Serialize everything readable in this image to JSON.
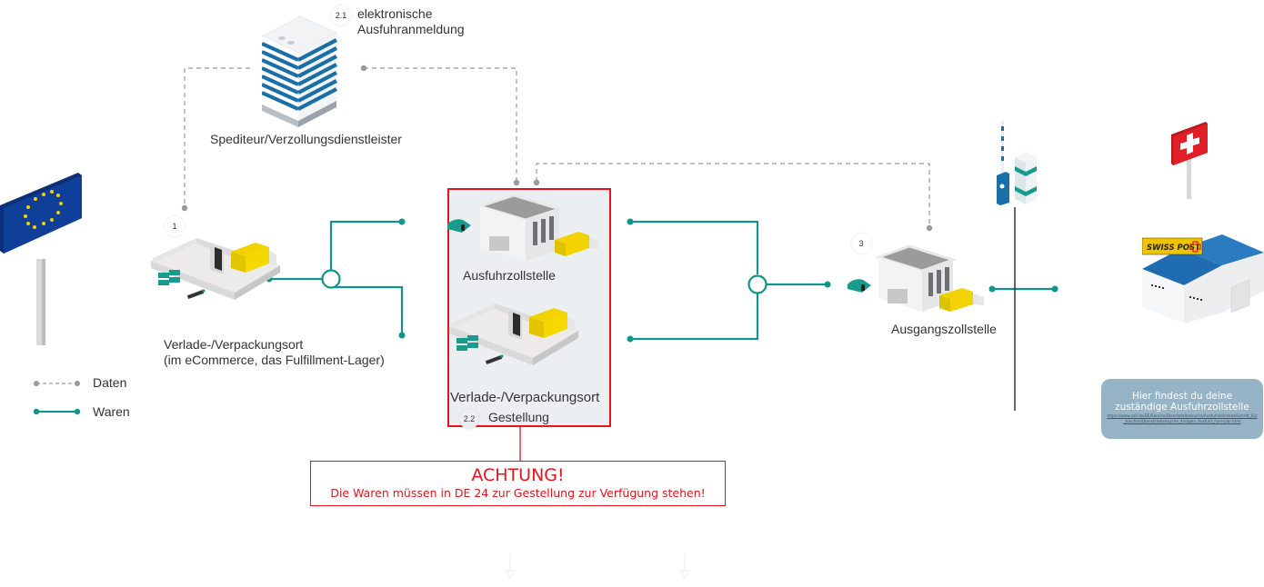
{
  "diagram": {
    "nodes": {
      "forwarder": {
        "label": "Spediteur/Verzollungsdienstleister",
        "step_number": "2.1",
        "step_label_line1": "elektronische",
        "step_label_line2": "Ausfuhranmeldung"
      },
      "loading_site": {
        "step_number": "1",
        "label_line1": "Verlade-/Verpackungsort",
        "label_line2": "(im eCommerce, das Fulfillment-Lager)"
      },
      "export_office": {
        "label": "Ausfuhrzollstelle"
      },
      "loading_site_2": {
        "label": "Verlade-/Verpackungsort",
        "step_number": "2.2",
        "step_label": "Gestellung"
      },
      "exit_office": {
        "step_number": "3",
        "label": "Ausgangszollstelle"
      },
      "swiss_post": {
        "sign_text": "SWISS POST"
      }
    },
    "legend": [
      {
        "type": "data",
        "label": "Daten",
        "color": "#9a9a9a"
      },
      {
        "type": "goods",
        "label": "Waren",
        "color": "#10958a"
      }
    ],
    "warning": {
      "title": "ACHTUNG!",
      "text": "Die Waren müssen in DE 24 zur Gestellung zur Verfügung stehen!",
      "color": "#e8141c"
    },
    "info_box": {
      "title_line1": "Hier findest du deine",
      "title_line2": "zuständige Ausfuhrzollstelle",
      "link": "https://www.zoll.de/DE/Service/Dienststellensuche/Ausfuhrzollstelle/Schritt_02/_function/Dienststellensuche_Anlagen_Ausfuhr_Formular.html",
      "background": "#97b3c6"
    },
    "colors": {
      "goods_line": "#10958a",
      "data_line": "#9a9a9a",
      "highlight": "#e8141c",
      "eu_blue": "#0f3f98",
      "eu_star": "#f5d200",
      "swiss_red": "#e01f26",
      "truck_yellow": "#f2d200"
    }
  }
}
